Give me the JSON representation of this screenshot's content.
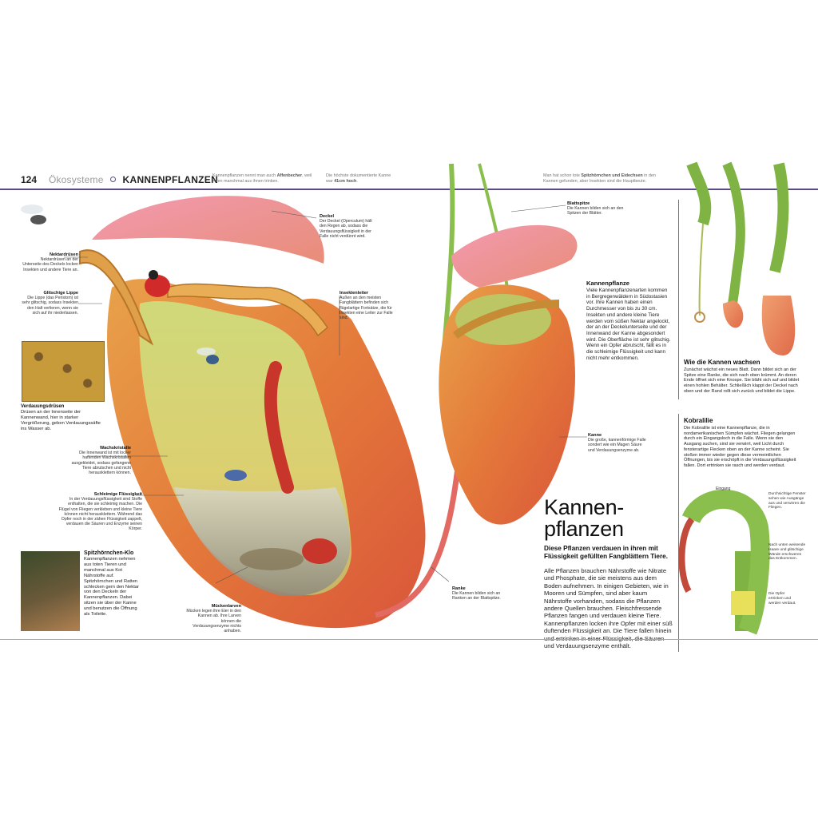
{
  "header": {
    "page_number": "124",
    "section": "Ökosysteme",
    "chapter": "KANNENPFLANZEN"
  },
  "notes": {
    "note1_pre": "Kannenpflanzen nennt man auch ",
    "note1_bold": "Affenbecher",
    "note1_post": ", weil Affen manchmal aus ihnen trinken.",
    "note2_pre": "Die höchste dokumentierte Kanne war ",
    "note2_bold": "41cm hoch",
    "note2_post": ".",
    "note3_pre": "Man hat schon tote ",
    "note3_bold": "Spitzhörnchen und Eidechsen",
    "note3_post": " in den Kannen gefunden, aber Insekten sind die Hauptbeute."
  },
  "callouts": {
    "nektardruesen": {
      "title": "Nektardrüsen",
      "text": "Nektardrüsen an der Unterseite des Deckels locken Insekten und andere Tiere an."
    },
    "lippe": {
      "title": "Glitschige Lippe",
      "text": "Die Lippe (das Peristom) ist sehr glitschig, sodass Insekten den Halt verlieren, wenn sie sich auf ihr niederlassen."
    },
    "verdauungsdruesen": {
      "title": "Verdauungsdrüsen",
      "text": "Drüsen an der Innenseite der Kannenwand, hier in starker Vergrößerung, geben Verdauungssäfte ins Wasser ab."
    },
    "wachskristalle": {
      "title": "Wachskristalle",
      "text": "Die Innenwand ist mit locker haftenden Wachskristallen ausgekleidet, sodass gefangene Tiere abrutschen und nicht herausklettern können."
    },
    "fluessigkeit": {
      "title": "Schleimige Flüssigkeit",
      "text": "In der Verdauungsflüssigkeit sind Stoffe enthalten, die sie schleimig machen. Die Flügel von Fliegen verkleben und kleine Tiere können nicht herausklettern. Während das Opfer noch in der zähen Flüssigkeit zappelt, verdauen die Säuren und Enzyme seinen Körper."
    },
    "deckel": {
      "title": "Deckel",
      "text": "Der Deckel (Operculum) hält den Regen ab, sodass die Verdauungsflüssigkeit in der Falle nicht verdünnt wird."
    },
    "insektenleiter": {
      "title": "Insektenleiter",
      "text": "Außen an den meisten Fangblättern befinden sich flügelartige Fortsätze, die für Insekten eine Leiter zur Falle sind."
    },
    "mueckenlarven": {
      "title": "Mückenlarven",
      "text": "Mücken legen ihre Eier in den Kannen ab. Ihre Larven können die Verdauungsenzyme nichts anhaben."
    },
    "ranke": {
      "title": "Ranke",
      "text": "Die Kannen bilden sich an Ranken an der Blattspitze."
    },
    "blattspitze": {
      "title": "Blattspitze",
      "text": "Die Kannen bilden sich an den Spitzen der Blätter."
    },
    "kanne": {
      "title": "Kanne",
      "text": "Die große, kannenförmige Falle sondert wie ein Magen Säure und Verdauungsenzyme ab."
    }
  },
  "spitzhoernchen": {
    "title": "Spitzhörnchen-Klo",
    "text": "Kannenpflanzen nehmen aus toten Tieren und manchmal aus Kot Nährstoffe auf. Spitzhörnchen und Ratten schlecken gern den Nektar von den Deckeln der Kannenpflanzen. Dabei sitzen sie über der Kanne und benutzen die Öffnung als Toilette."
  },
  "kannenpflanze_box": {
    "title": "Kannenpflanze",
    "text": "Viele Kannenpflanzenarten kommen in Bergregenwäldern in Südostasien vor. Ihre Kannen haben einen Durchmesser von bis zu 30 cm. Insekten und andere kleine Tiere werden vom süßen Nektar angelockt, der an der Deckelunterseite und der Innenwand der Kanne abgesondert wird. Die Oberfläche ist sehr glitschig. Wenn ein Opfer abrutscht, fällt es in die schleimige Flüssigkeit und kann nicht mehr entkommen."
  },
  "main": {
    "title_line1": "Kannen-",
    "title_line2": "pflanzen",
    "lead": "Diese Pflanzen verdauen in ihren mit Flüssigkeit gefüllten Fangblättern Tiere.",
    "body": "Alle Pflanzen brauchen Nährstoffe wie Nitrate und Phosphate, die sie meistens aus dem Boden aufnehmen. In einigen Gebieten, wie in Mooren und Sümpfen, sind aber kaum Nährstoffe vorhanden, sodass die Pflanzen andere Quellen brauchen. Fleischfressende Pflanzen fangen und verdauen kleine Tiere. Kannenpflanzen locken ihre Opfer mit einer süß duftenden Flüssigkeit an. Die Tiere fallen hinein und ertrinken in einer Flüssigkeit, die Säuren und Verdauungsenzyme enthält."
  },
  "wachsen": {
    "title": "Wie die Kannen wachsen",
    "text": "Zunächst wächst ein neues Blatt. Dann bildet sich an der Spitze eine Ranke, die sich nach oben krümmt. An deren Ende öffnet sich eine Knospe. Sie bläht sich auf und bildet einen hohlen Behälter. Schließlich klappt der Deckel nach oben und der Rand rollt sich zurück und bildet die Lippe."
  },
  "kobralilie": {
    "title": "Kobralilie",
    "text": "Die Kobralilie ist eine Kannenpflanze, die in nordamerikanischen Sümpfen wächst. Fliegen gelangen durch ein Eingangsloch in die Falle. Wenn sie den Ausgang suchen, sind sie verwirrt, weil Licht durch fensterartige Flecken oben an der Kanne scheint. Sie stoßen immer wieder gegen diese vermeintlichen Öffnungen, bis sie erschöpft in die Verdauungsflüssigkeit fallen. Dort ertrinken sie rasch und werden verdaut.",
    "label_eingang": "Eingang",
    "label_fenster": "Durchsichtige Fenster sehen wie Ausgänge aus und verwirren die Fliegen.",
    "label_haare": "Nach unten weisende Haare und glitschige Wände erschweren das Entkommen.",
    "label_opfer": "Die Opfer ertrinken und werden verdaut."
  }
}
